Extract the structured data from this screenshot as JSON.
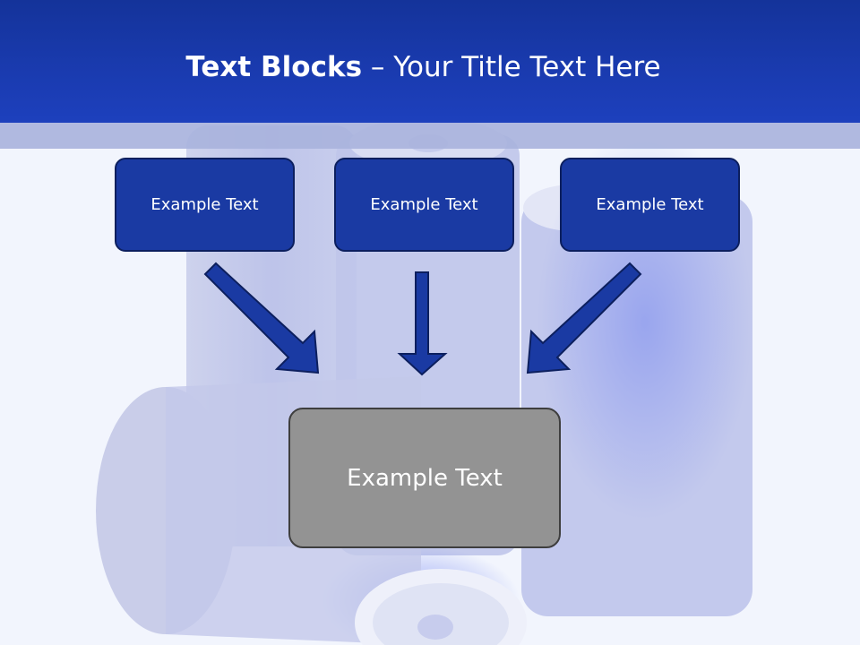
{
  "slide": {
    "title_bold": "Text Blocks",
    "title_dash": " – ",
    "title_rest": "Your Title Text Here"
  },
  "blocks": [
    {
      "label": "Example Text"
    },
    {
      "label": "Example Text"
    },
    {
      "label": "Example Text"
    }
  ],
  "center_block": {
    "label": "Example Text"
  },
  "colors": {
    "header": "#1a3bb0",
    "box_fill": "#1a3aa3",
    "box_border": "#0c1f5e",
    "center_fill": "#939393",
    "center_border": "#3e3e3e",
    "arrow_fill": "#1a3aa3"
  },
  "background_image": "aluminum-cans-image"
}
